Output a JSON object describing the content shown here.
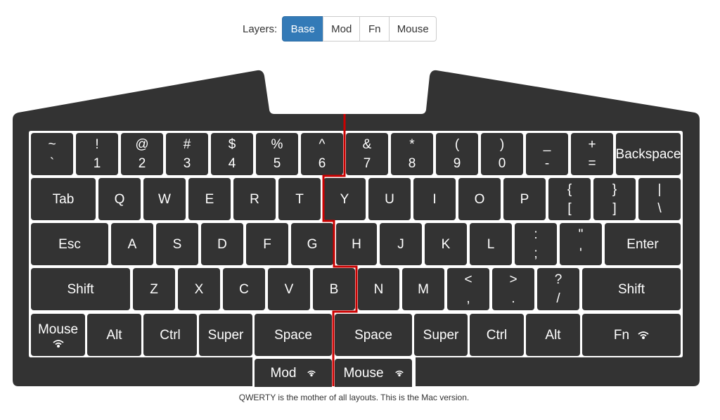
{
  "layers": {
    "label": "Layers:",
    "tabs": [
      {
        "id": "tab-base",
        "label": "Base",
        "active": true
      },
      {
        "id": "tab-mod",
        "label": "Mod",
        "active": false
      },
      {
        "id": "tab-fn",
        "label": "Fn",
        "active": false
      },
      {
        "id": "tab-mouse",
        "label": "Mouse",
        "active": false
      }
    ]
  },
  "colors": {
    "case": "#333333",
    "plate": "#ffffff",
    "key": "#333333",
    "key_text": "#ffffff",
    "split_line": "#cc0000",
    "active_tab": "#337ab7"
  },
  "keys": {
    "tilde": {
      "shift": "~",
      "base": "`"
    },
    "n1": {
      "shift": "!",
      "base": "1"
    },
    "n2": {
      "shift": "@",
      "base": "2"
    },
    "n3": {
      "shift": "#",
      "base": "3"
    },
    "n4": {
      "shift": "$",
      "base": "4"
    },
    "n5": {
      "shift": "%",
      "base": "5"
    },
    "n6": {
      "shift": "^",
      "base": "6"
    },
    "n7": {
      "shift": "&",
      "base": "7"
    },
    "n8": {
      "shift": "*",
      "base": "8"
    },
    "n9": {
      "shift": "(",
      "base": "9"
    },
    "n0": {
      "shift": ")",
      "base": "0"
    },
    "minus": {
      "shift": "_",
      "base": "-"
    },
    "equal": {
      "shift": "+",
      "base": "="
    },
    "backspace": "Backspace",
    "tab": "Tab",
    "q": "Q",
    "w": "W",
    "e": "E",
    "r": "R",
    "t": "T",
    "y": "Y",
    "u": "U",
    "i": "I",
    "o": "O",
    "p": "P",
    "lbracket": {
      "shift": "{",
      "base": "["
    },
    "rbracket": {
      "shift": "}",
      "base": "]"
    },
    "backslash": {
      "shift": "|",
      "base": "\\"
    },
    "esc": "Esc",
    "a": "A",
    "s": "S",
    "d": "D",
    "f": "F",
    "g": "G",
    "h": "H",
    "j": "J",
    "k": "K",
    "l": "L",
    "semicolon": {
      "shift": ":",
      "base": ";"
    },
    "quote": {
      "shift": "\"",
      "base": "'"
    },
    "enter": "Enter",
    "lshift": "Shift",
    "z": "Z",
    "x": "X",
    "c": "C",
    "v": "V",
    "b": "B",
    "n": "N",
    "m": "M",
    "comma": {
      "shift": "<",
      "base": ","
    },
    "period": {
      "shift": ">",
      "base": "."
    },
    "slash": {
      "shift": "?",
      "base": "/"
    },
    "rshift": "Shift",
    "mouse_left": "Mouse",
    "lalt": "Alt",
    "lctrl": "Ctrl",
    "lsuper": "Super",
    "lspace": "Space",
    "rspace": "Space",
    "rsuper": "Super",
    "rctrl": "Ctrl",
    "ralt": "Alt",
    "fn": "Fn",
    "mod_thumb": "Mod",
    "mouse_thumb": "Mouse"
  },
  "caption": "QWERTY is the mother of all layouts. This is the Mac version."
}
